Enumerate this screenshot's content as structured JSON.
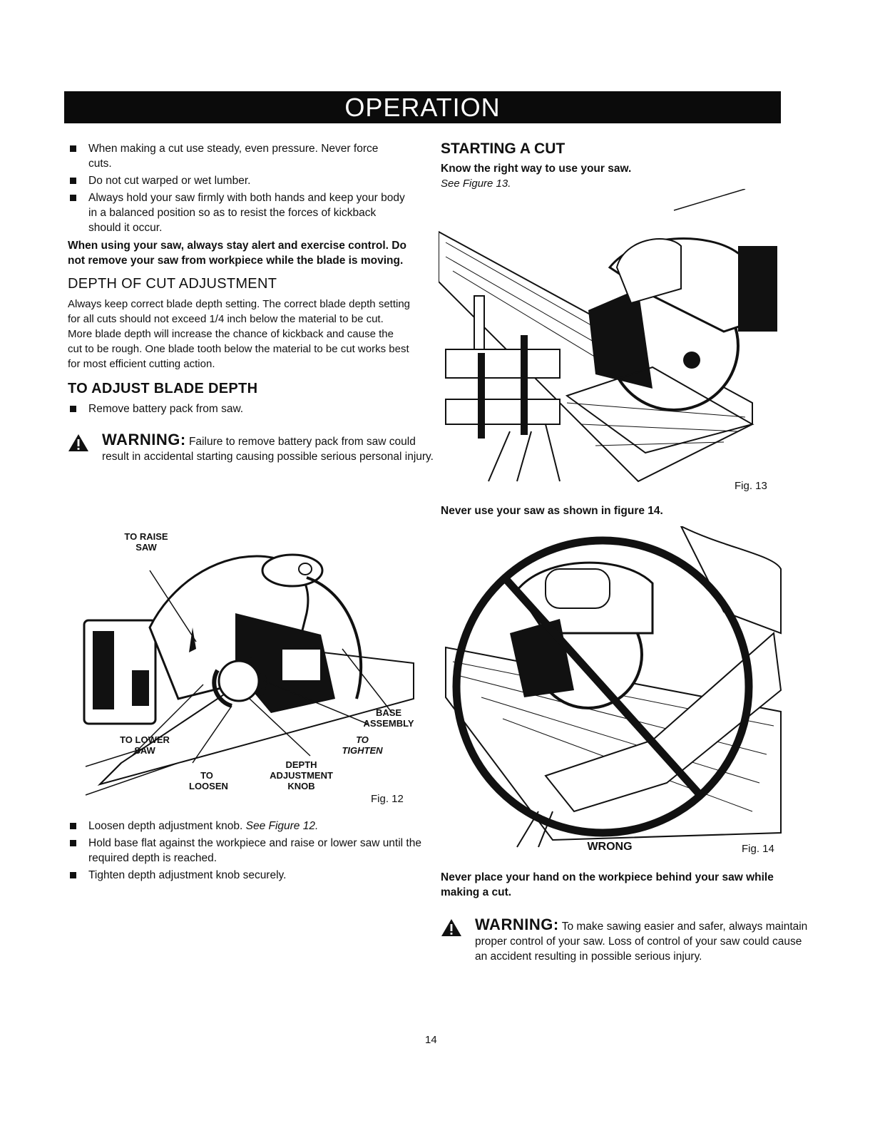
{
  "header": {
    "title": "OPERATION"
  },
  "left": {
    "bullets_top": [
      "When making a cut use steady, even pressure. Never force cuts.",
      "Do not cut warped or wet lumber.",
      "Always hold your saw firmly with both hands and keep your body in a balanced position so as to resist the forces of kickback should it occur."
    ],
    "caution_bold": "When using your saw, always stay alert and exercise control. Do not remove your saw from workpiece while the blade is moving.",
    "depth_heading": "DEPTH OF CUT ADJUSTMENT",
    "depth_text": "Always keep correct blade depth setting. The correct blade depth setting for all cuts should not exceed 1/4 inch below the material to be cut. More blade depth will increase the chance of kickback and cause the cut to be rough. One blade tooth below the material to be cut works best for most efficient cutting action.",
    "adjust_heading": "TO ADJUST BLADE DEPTH",
    "adjust_bullet": "Remove battery pack from saw.",
    "warning_word": "WARNING:",
    "warning_text": "Failure to remove battery pack from saw could result in accidental starting causing possible serious personal injury.",
    "fig12": {
      "label": "Fig. 12",
      "callouts": {
        "raise": "TO RAISE SAW",
        "lower": "TO LOWER SAW",
        "loosen": "TO LOOSEN",
        "knob": "DEPTH ADJUSTMENT KNOB",
        "base": "BASE ASSEMBLY",
        "tighten": "TO TIGHTEN"
      }
    },
    "bullets_bottom": [
      "Loosen depth adjustment knob.",
      "Hold base flat against the workpiece and raise or lower saw until the required depth is reached.",
      "Tighten depth adjustment knob securely."
    ],
    "see_fig12": "See Figure 12."
  },
  "right": {
    "start_heading": "STARTING A CUT",
    "know_bold": "Know the right way to use your saw.",
    "see_fig13": "See Figure 13.",
    "fig13_label": "Fig. 13",
    "never_use": "Never use your saw as shown in figure 14.",
    "fig14_label": "Fig. 14",
    "wrong_label": "WRONG",
    "never_place": "Never place your hand on the workpiece behind your saw while making a cut.",
    "warning_word": "WARNING:",
    "warning_text": "To make sawing easier and safer, always maintain proper control of your saw. Loss of control of your saw could cause an accident resulting in possible serious injury."
  },
  "footer": {
    "page_number": "14"
  }
}
